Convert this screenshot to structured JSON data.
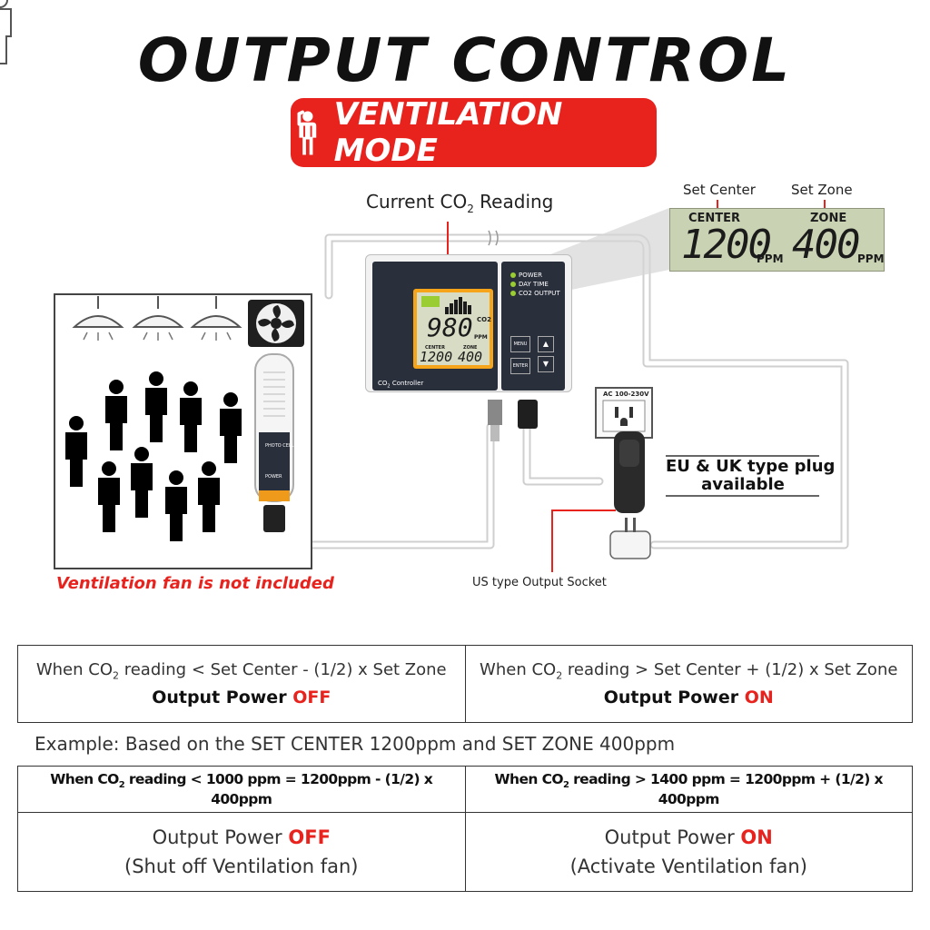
{
  "header": {
    "title": "OUTPUT CONTROL",
    "mode_label": "VENTILATION MODE",
    "person_icon": "person-raising-hand-icon"
  },
  "colors": {
    "accent_red": "#e8231e",
    "lcd_green": "#c9d3b4",
    "controller_dark": "#2a2f3c",
    "lcd_orange": "#f6a51b"
  },
  "labels": {
    "current_reading_prefix": "Current CO",
    "current_reading_sub": "2",
    "current_reading_suffix": " Reading",
    "set_center": "Set Center",
    "set_zone": "Set Zone",
    "fan_note": "Ventilation fan is not included",
    "plug_note_line1": "EU & UK type plug",
    "plug_note_line2": "available",
    "us_socket": "US type Output Socket",
    "outlet_voltage": "AC 100-230V"
  },
  "lcd_zoom": {
    "center_tag": "CENTER",
    "zone_tag": "ZONE",
    "center_value": "1200",
    "zone_value": "400",
    "unit": "PPM"
  },
  "controller": {
    "name_prefix": "CO",
    "name_sub": "2",
    "name_suffix": " Controller",
    "reading": "980",
    "reading_unit": "PPM",
    "co2_tag": "CO2",
    "center_tag": "CENTER",
    "zone_tag": "ZONE",
    "center_value": "1200",
    "zone_value": "400",
    "leds": [
      "POWER",
      "DAY TIME",
      "CO2 OUTPUT"
    ],
    "menu_button": "MENU",
    "enter_button": "ENTER",
    "up_icon": "arrow-up-icon",
    "down_icon": "arrow-down-icon",
    "sensor_labels": [
      "PHOTO CELL",
      "POWER"
    ]
  },
  "conditions": {
    "left_cond_a": "When CO",
    "left_cond_sub": "2",
    "left_cond_b": " reading < Set Center - (1/2) x Set Zone",
    "left_power_a": "Output Power ",
    "left_power_b": "OFF",
    "right_cond_a": "When CO",
    "right_cond_sub": "2",
    "right_cond_b": " reading > Set Center + (1/2) x Set Zone",
    "right_power_a": "Output Power ",
    "right_power_b": "ON"
  },
  "example": {
    "intro": "Example: Based on the SET CENTER 1200ppm and SET ZONE 400ppm",
    "left_head_a": "When CO",
    "left_head_sub": "2",
    "left_head_b": " reading < 1000 ppm = 1200ppm - (1/2) x 400ppm",
    "right_head_a": "When CO",
    "right_head_sub": "2",
    "right_head_b": " reading > 1400 ppm = 1200ppm + (1/2) x 400ppm",
    "left_power_a": "Output Power ",
    "left_power_b": "OFF",
    "left_note": "(Shut off Ventilation fan)",
    "right_power_a": "Output Power ",
    "right_power_b": "ON",
    "right_note": "(Activate Ventilation fan)"
  }
}
